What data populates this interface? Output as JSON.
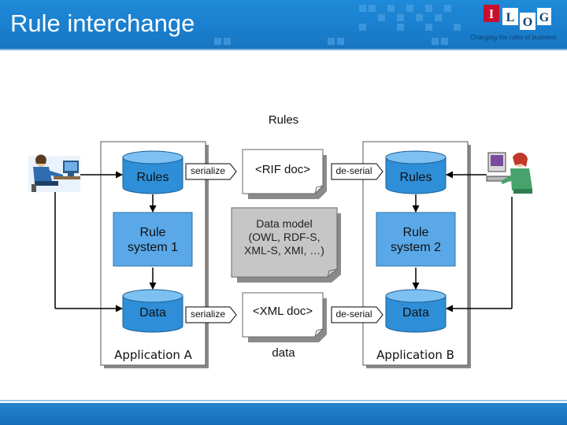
{
  "header": {
    "title": "Rule interchange",
    "logo_letters": [
      "I",
      "L",
      "O",
      "G"
    ],
    "tagline": "Changing the rules of business"
  },
  "diagram": {
    "top_label": "Rules",
    "app_a": {
      "rules_db": "Rules",
      "rule_system_line1": "Rule",
      "rule_system_line2": "system 1",
      "data_db": "Data",
      "caption": "Application A"
    },
    "app_b": {
      "rules_db": "Rules",
      "rule_system_line1": "Rule",
      "rule_system_line2": "system 2",
      "data_db": "Data",
      "caption": "Application B"
    },
    "serialize_top": "serialize",
    "serialize_bottom": "serialize",
    "deserial_top": "de-serial",
    "deserial_bottom": "de-serial",
    "rif_doc": "<RIF doc>",
    "xml_doc": "<XML doc>",
    "data_model_line1": "Data model",
    "data_model_line2": "(OWL, RDF-S,",
    "data_model_line3": "XML-S, XMI, …)",
    "data_label": "data"
  }
}
